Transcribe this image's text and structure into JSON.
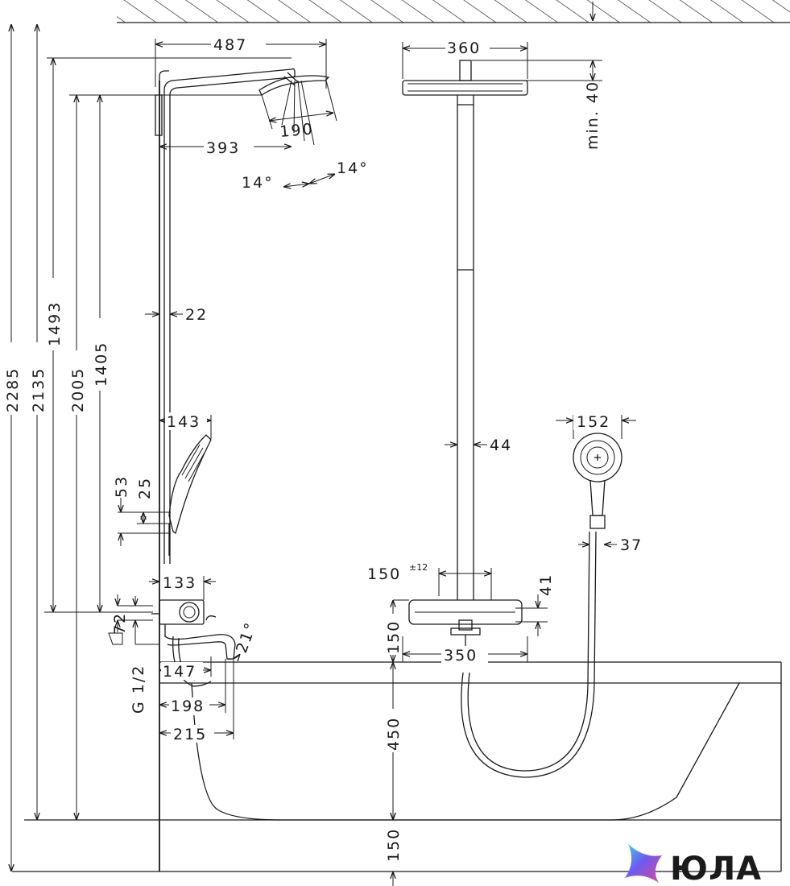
{
  "colors": {
    "line": "#1a1a1a",
    "background": "#ffffff"
  },
  "icons": {
    "logo": "yula-star-logo-icon"
  },
  "brand": {
    "name": "ЮЛА"
  },
  "dims": {
    "d487": "487",
    "d360": "360",
    "dmin40": "min. 40",
    "d190": "190",
    "d393": "393",
    "a14l": "14°",
    "a14r": "14°",
    "d22": "22",
    "d2285": "2285",
    "d2135": "2135",
    "d2005": "2005",
    "d1493": "1493",
    "d1405": "1405",
    "d143": "143",
    "d44": "44",
    "d152": "152",
    "d53": "53",
    "d25": "25",
    "d37": "37",
    "d133": "133",
    "d150tol": "150",
    "tol": "±12",
    "d41": "41",
    "d72": "72",
    "a21": "21°",
    "dG12": "G 1/2",
    "d147": "147",
    "d150v": "150",
    "d350": "350",
    "d198": "198",
    "d215": "215",
    "d450": "450",
    "d150bottom": "150"
  }
}
